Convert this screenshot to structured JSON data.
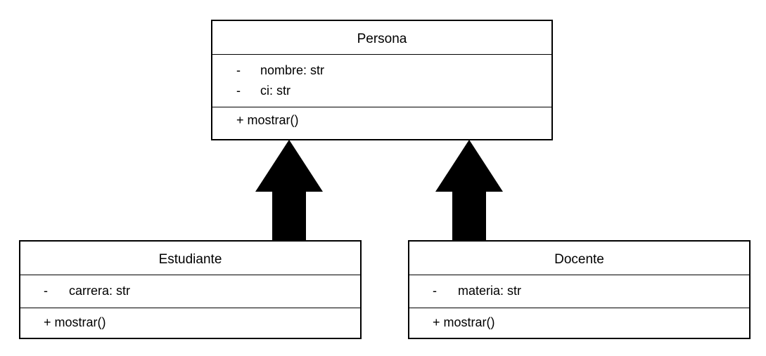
{
  "classes": {
    "persona": {
      "name": "Persona",
      "attributes": [
        {
          "visibility": "-",
          "text": "nombre: str"
        },
        {
          "visibility": "-",
          "text": "ci: str"
        }
      ],
      "methods": [
        {
          "text": "+ mostrar()"
        }
      ]
    },
    "estudiante": {
      "name": "Estudiante",
      "attributes": [
        {
          "visibility": "-",
          "text": "carrera: str"
        }
      ],
      "methods": [
        {
          "text": "+ mostrar()"
        }
      ]
    },
    "docente": {
      "name": "Docente",
      "attributes": [
        {
          "visibility": "-",
          "text": "materia: str"
        }
      ],
      "methods": [
        {
          "text": "+ mostrar()"
        }
      ]
    }
  },
  "relations": [
    {
      "type": "inheritance",
      "from": "Estudiante",
      "to": "Persona"
    },
    {
      "type": "inheritance",
      "from": "Docente",
      "to": "Persona"
    }
  ],
  "colors": {
    "line": "#000000",
    "background": "#ffffff"
  }
}
